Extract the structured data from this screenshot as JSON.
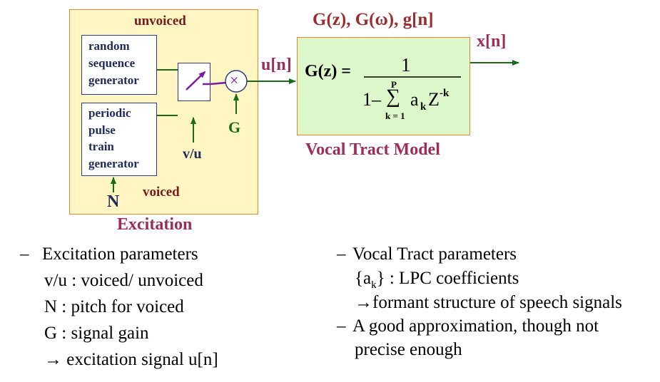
{
  "diagram": {
    "excitation": {
      "unvoiced_label": "unvoiced",
      "voiced_label": "voiced",
      "random_block": [
        "random",
        "sequence",
        "generator"
      ],
      "periodic_block": [
        "periodic",
        "pulse",
        "train",
        "generator"
      ],
      "vu_label": "v/u",
      "n_label": "N",
      "g_label": "G",
      "multiply_symbol": "×",
      "caption": "Excitation"
    },
    "signal_u": "u[n]",
    "vocal_tract": {
      "header": "G(z), G(ω), g[n]",
      "output": "x[n]",
      "formula_lhs": "G(z) =",
      "numerator": "1",
      "denominator_prefix": "1–",
      "sum_symbol": "∑",
      "sum_upper": "P",
      "sum_lower": "k = 1",
      "term_a": "a",
      "term_a_sub": "k",
      "term_z": "Z",
      "term_z_sup": "-k",
      "caption": "Vocal Tract Model"
    }
  },
  "left_notes": {
    "dash": "–",
    "title": "Excitation parameters",
    "lines": [
      "v/u : voiced/ unvoiced",
      "N : pitch for voiced",
      "G : signal gain",
      "→ excitation signal u[n]"
    ]
  },
  "right_notes": {
    "dash1": "–",
    "item1": "Vocal Tract parameters",
    "lpc_open": "{a",
    "lpc_sub": "k",
    "lpc_close": "} : LPC coefficients",
    "formant": "→formant structure of speech signals",
    "dash2": "–",
    "item2_line1": "A good approximation, though not",
    "item2_line2": "precise enough"
  },
  "colors": {
    "excitation_fill": "#fff6c4",
    "excitation_border": "#e2892d",
    "vocal_fill": "#dcf7c9",
    "vocal_border": "#e2892d",
    "arrow_green": "#1a6a1a",
    "switch_purple": "#7a1aa0"
  }
}
